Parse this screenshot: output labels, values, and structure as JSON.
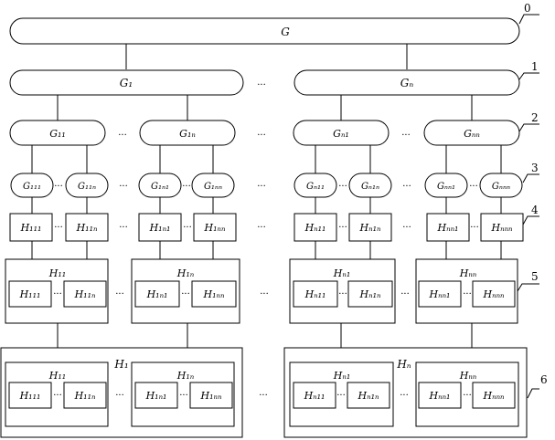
{
  "levels": [
    "0",
    "1",
    "2",
    "3",
    "4",
    "5",
    "6"
  ],
  "ellipsis": "···",
  "g_root": "G",
  "g1": [
    "G₁",
    "Gₙ"
  ],
  "g2": [
    "G₁₁",
    "G₁ₙ",
    "Gₙ₁",
    "Gₙₙ"
  ],
  "g3": [
    "G₁₁₁",
    "G₁₁ₙ",
    "G₁ₙ₁",
    "G₁ₙₙ",
    "Gₙ₁₁",
    "Gₙ₁ₙ",
    "Gₙₙ₁",
    "Gₙₙₙ"
  ],
  "h4": [
    "H₁₁₁",
    "H₁₁ₙ",
    "H₁ₙ₁",
    "H₁ₙₙ",
    "Hₙ₁₁",
    "Hₙ₁ₙ",
    "Hₙₙ₁",
    "Hₙₙₙ"
  ],
  "h5": [
    {
      "title": "H₁₁",
      "items": [
        "H₁₁₁",
        "H₁₁ₙ"
      ]
    },
    {
      "title": "H₁ₙ",
      "items": [
        "H₁ₙ₁",
        "H₁ₙₙ"
      ]
    },
    {
      "title": "Hₙ₁",
      "items": [
        "Hₙ₁₁",
        "Hₙ₁ₙ"
      ]
    },
    {
      "title": "Hₙₙ",
      "items": [
        "Hₙₙ₁",
        "Hₙₙₙ"
      ]
    }
  ],
  "h6": [
    {
      "title": "H₁",
      "groups": [
        {
          "title": "H₁₁",
          "items": [
            "H₁₁₁",
            "H₁₁ₙ"
          ]
        },
        {
          "title": "H₁ₙ",
          "items": [
            "H₁ₙ₁",
            "H₁ₙₙ"
          ]
        }
      ]
    },
    {
      "title": "Hₙ",
      "groups": [
        {
          "title": "Hₙ₁",
          "items": [
            "Hₙ₁₁",
            "Hₙ₁ₙ"
          ]
        },
        {
          "title": "Hₙₙ",
          "items": [
            "Hₙₙ₁",
            "Hₙₙₙ"
          ]
        }
      ]
    }
  ]
}
